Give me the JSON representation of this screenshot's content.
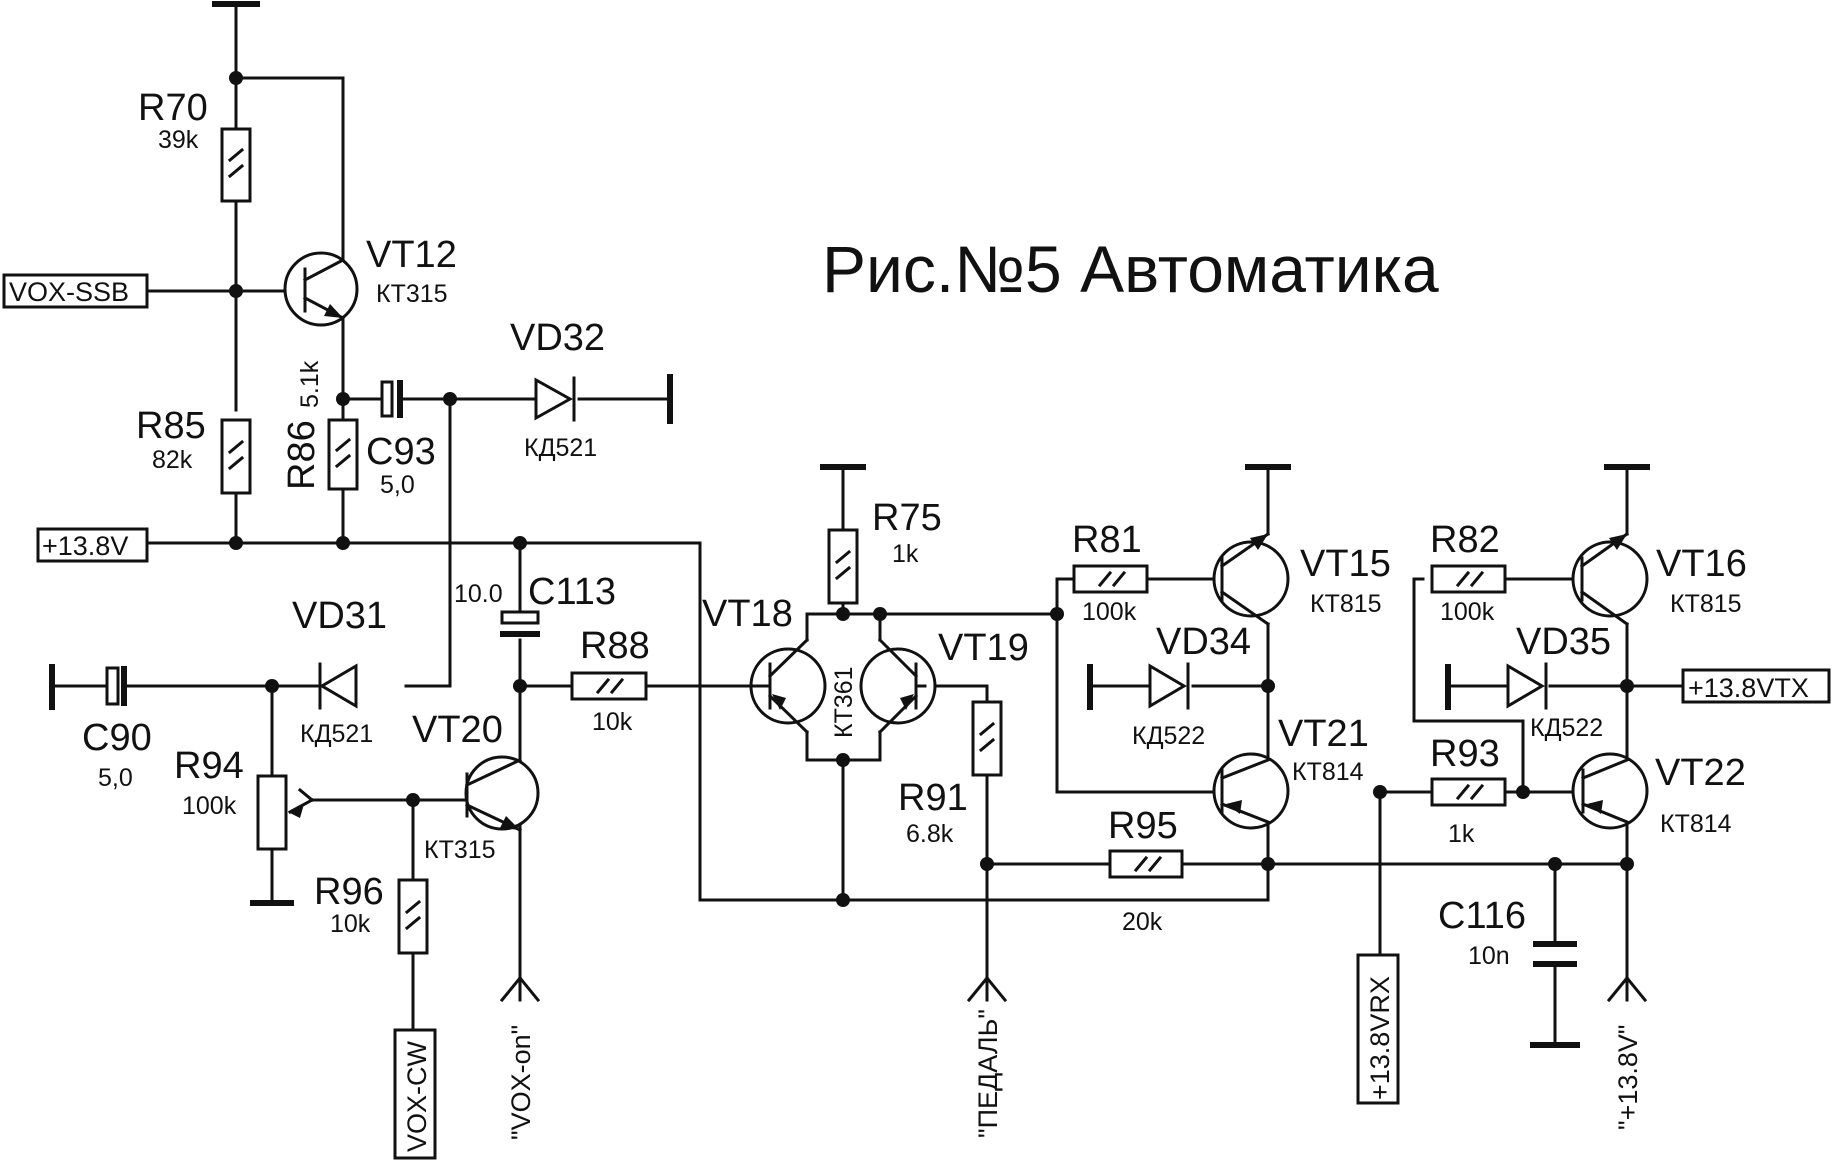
{
  "title": "Рис.№5 Автоматика",
  "ports": {
    "vox_ssb": "VOX-SSB",
    "v13_8_left": "+13.8V",
    "v13_8_vtx": "+13.8VTX",
    "v13_8_vrx": "+13.8VRX",
    "vox_cw": "VOX-CW",
    "vox_on": "\"VOX-on\"",
    "pedal": "\"ПЕДАЛЬ\"",
    "v13_8_q": "\"+13.8V\""
  },
  "components": {
    "r70": {
      "ref": "R70",
      "value": "39k"
    },
    "r85": {
      "ref": "R85",
      "value": "82k"
    },
    "r86": {
      "ref": "R86",
      "value": "5.1k"
    },
    "vt12": {
      "ref": "VT12",
      "value": "КТ315"
    },
    "c93": {
      "ref": "C93",
      "value": "5,0"
    },
    "vd32": {
      "ref": "VD32",
      "value": "КД521"
    },
    "vd31": {
      "ref": "VD31",
      "value": "КД521"
    },
    "c90": {
      "ref": "C90",
      "value": "5,0"
    },
    "r94": {
      "ref": "R94",
      "value": "100k"
    },
    "vt20": {
      "ref": "VT20",
      "value": "КТ315"
    },
    "r96": {
      "ref": "R96",
      "value": "10k"
    },
    "c113": {
      "ref": "C113",
      "value": "10.0"
    },
    "r88": {
      "ref": "R88",
      "value": "10k"
    },
    "r75": {
      "ref": "R75",
      "value": "1k"
    },
    "vt18": {
      "ref": "VT18",
      "value": "КТ361"
    },
    "vt19": {
      "ref": "VT19"
    },
    "r91": {
      "ref": "R91",
      "value": "6.8k"
    },
    "r81": {
      "ref": "R81",
      "value": "100k"
    },
    "vt15": {
      "ref": "VT15",
      "value": "КТ815"
    },
    "vd34": {
      "ref": "VD34",
      "value": "КД522"
    },
    "vt21": {
      "ref": "VT21",
      "value": "КТ814"
    },
    "r95": {
      "ref": "R95",
      "value": "20k"
    },
    "r82": {
      "ref": "R82",
      "value": "100k"
    },
    "vt16": {
      "ref": "VT16",
      "value": "КТ815"
    },
    "vd35": {
      "ref": "VD35",
      "value": "КД522"
    },
    "r93": {
      "ref": "R93",
      "value": "1k"
    },
    "vt22": {
      "ref": "VT22",
      "value": "КТ814"
    },
    "c116": {
      "ref": "C116",
      "value": "10n"
    }
  }
}
